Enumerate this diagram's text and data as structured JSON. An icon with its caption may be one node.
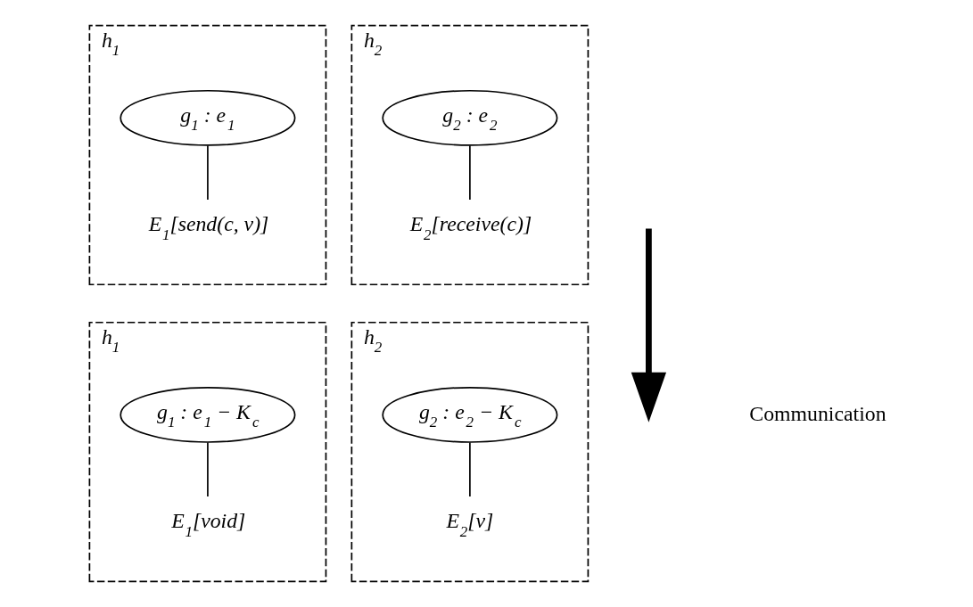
{
  "diagram": {
    "nodes": [
      {
        "text": [
          "h$_{1}$"
        ]
      },
      {
        "text": [
          "g$_{1}$ : e$_{1}$"
        ],
        "in": 0
      },
      {
        "text": [
          "E$_{1}$[send(c, v)]"
        ],
        "in": 0
      },
      {
        "text": [
          "h$_{2}$"
        ]
      },
      {
        "text": [
          "g$_{2}$ : e$_{2}$"
        ],
        "in": 3
      },
      {
        "text": [
          "E$_{2}$[receive(c)]"
        ],
        "in": 3
      },
      {
        "text": [
          "h$_{1}$"
        ]
      },
      {
        "text": [
          "g$_{1}$ : e$_{1}$ − K$_{c}$"
        ],
        "in": 6
      },
      {
        "text": [
          "E$_{1}$[void]"
        ],
        "in": 6
      },
      {
        "text": [
          "h$_{2}$"
        ]
      },
      {
        "text": [
          "g$_{2}$ : e$_{2}$ − K$_{c}$"
        ],
        "in": 9
      },
      {
        "text": [
          "E$_{2}$[v]"
        ],
        "in": 9
      }
    ],
    "edges": [
      {
        "from": 1,
        "to": 2,
        "arrow": "none"
      },
      {
        "from": 4,
        "to": 5,
        "arrow": "none"
      },
      {
        "from": 7,
        "to": 8,
        "arrow": "none"
      },
      {
        "from": 10,
        "to": 11,
        "arrow": "none"
      }
    ],
    "labels": [
      "Communication"
    ]
  }
}
